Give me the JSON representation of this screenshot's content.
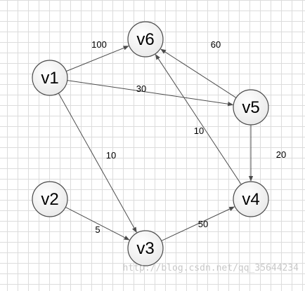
{
  "graph": {
    "nodes": [
      {
        "id": "v1",
        "label": "v1"
      },
      {
        "id": "v2",
        "label": "v2"
      },
      {
        "id": "v3",
        "label": "v3"
      },
      {
        "id": "v4",
        "label": "v4"
      },
      {
        "id": "v5",
        "label": "v5"
      },
      {
        "id": "v6",
        "label": "v6"
      }
    ],
    "edges": [
      {
        "from": "v1",
        "to": "v6",
        "weight": "100"
      },
      {
        "from": "v1",
        "to": "v5",
        "weight": "30"
      },
      {
        "from": "v1",
        "to": "v3",
        "weight": "10"
      },
      {
        "from": "v2",
        "to": "v3",
        "weight": "5"
      },
      {
        "from": "v3",
        "to": "v4",
        "weight": "50"
      },
      {
        "from": "v4",
        "to": "v6",
        "weight": "10"
      },
      {
        "from": "v5",
        "to": "v6",
        "weight": "60"
      },
      {
        "from": "v5",
        "to": "v4",
        "weight": "20"
      }
    ]
  },
  "watermark": "http://blog.csdn.net/qq_35644234"
}
